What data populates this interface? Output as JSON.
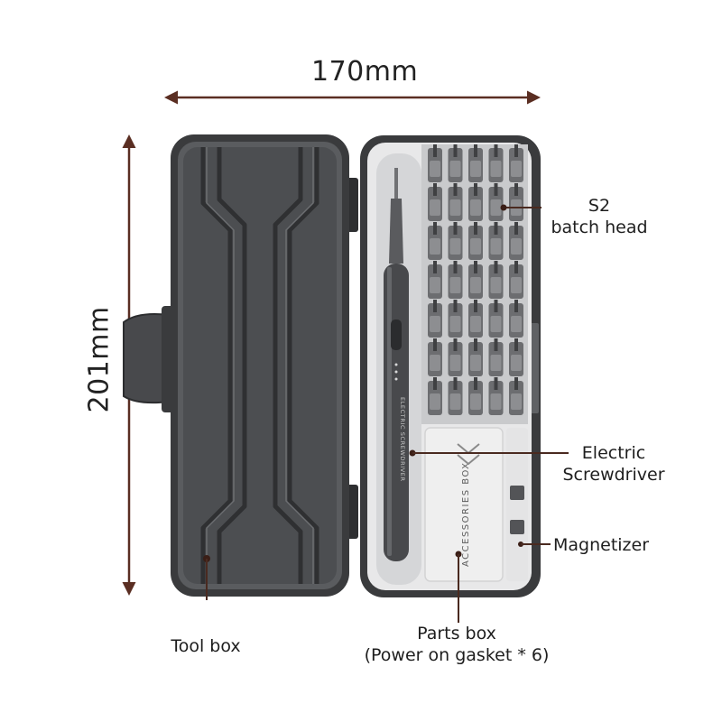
{
  "dimensions": {
    "width_label": "170mm",
    "height_label": "201mm"
  },
  "callouts": {
    "bits": {
      "line1": "S2",
      "line2": "batch head"
    },
    "screwdriver": {
      "line1": "Electric",
      "line2": "Screwdriver"
    },
    "magnetizer": {
      "line1": "Magnetizer"
    },
    "parts_box": {
      "line1": "Parts box",
      "line2": "(Power on gasket * 6)"
    },
    "tool_box": {
      "line1": "Tool box"
    }
  },
  "product_print": {
    "accessories_box": "ACCESSORIES BOX",
    "screwdriver_text": "ELECTRIC SCREWDRIVER"
  },
  "colors": {
    "case_dark": "#3b3c3e",
    "case_inner": "#55575a",
    "tray": "#e9e9ea",
    "bit": "#6c6d70",
    "leader_line": "#4a2a20",
    "arrow": "#5a2e22"
  },
  "bit_grid": {
    "columns": 5,
    "rows": 7
  }
}
